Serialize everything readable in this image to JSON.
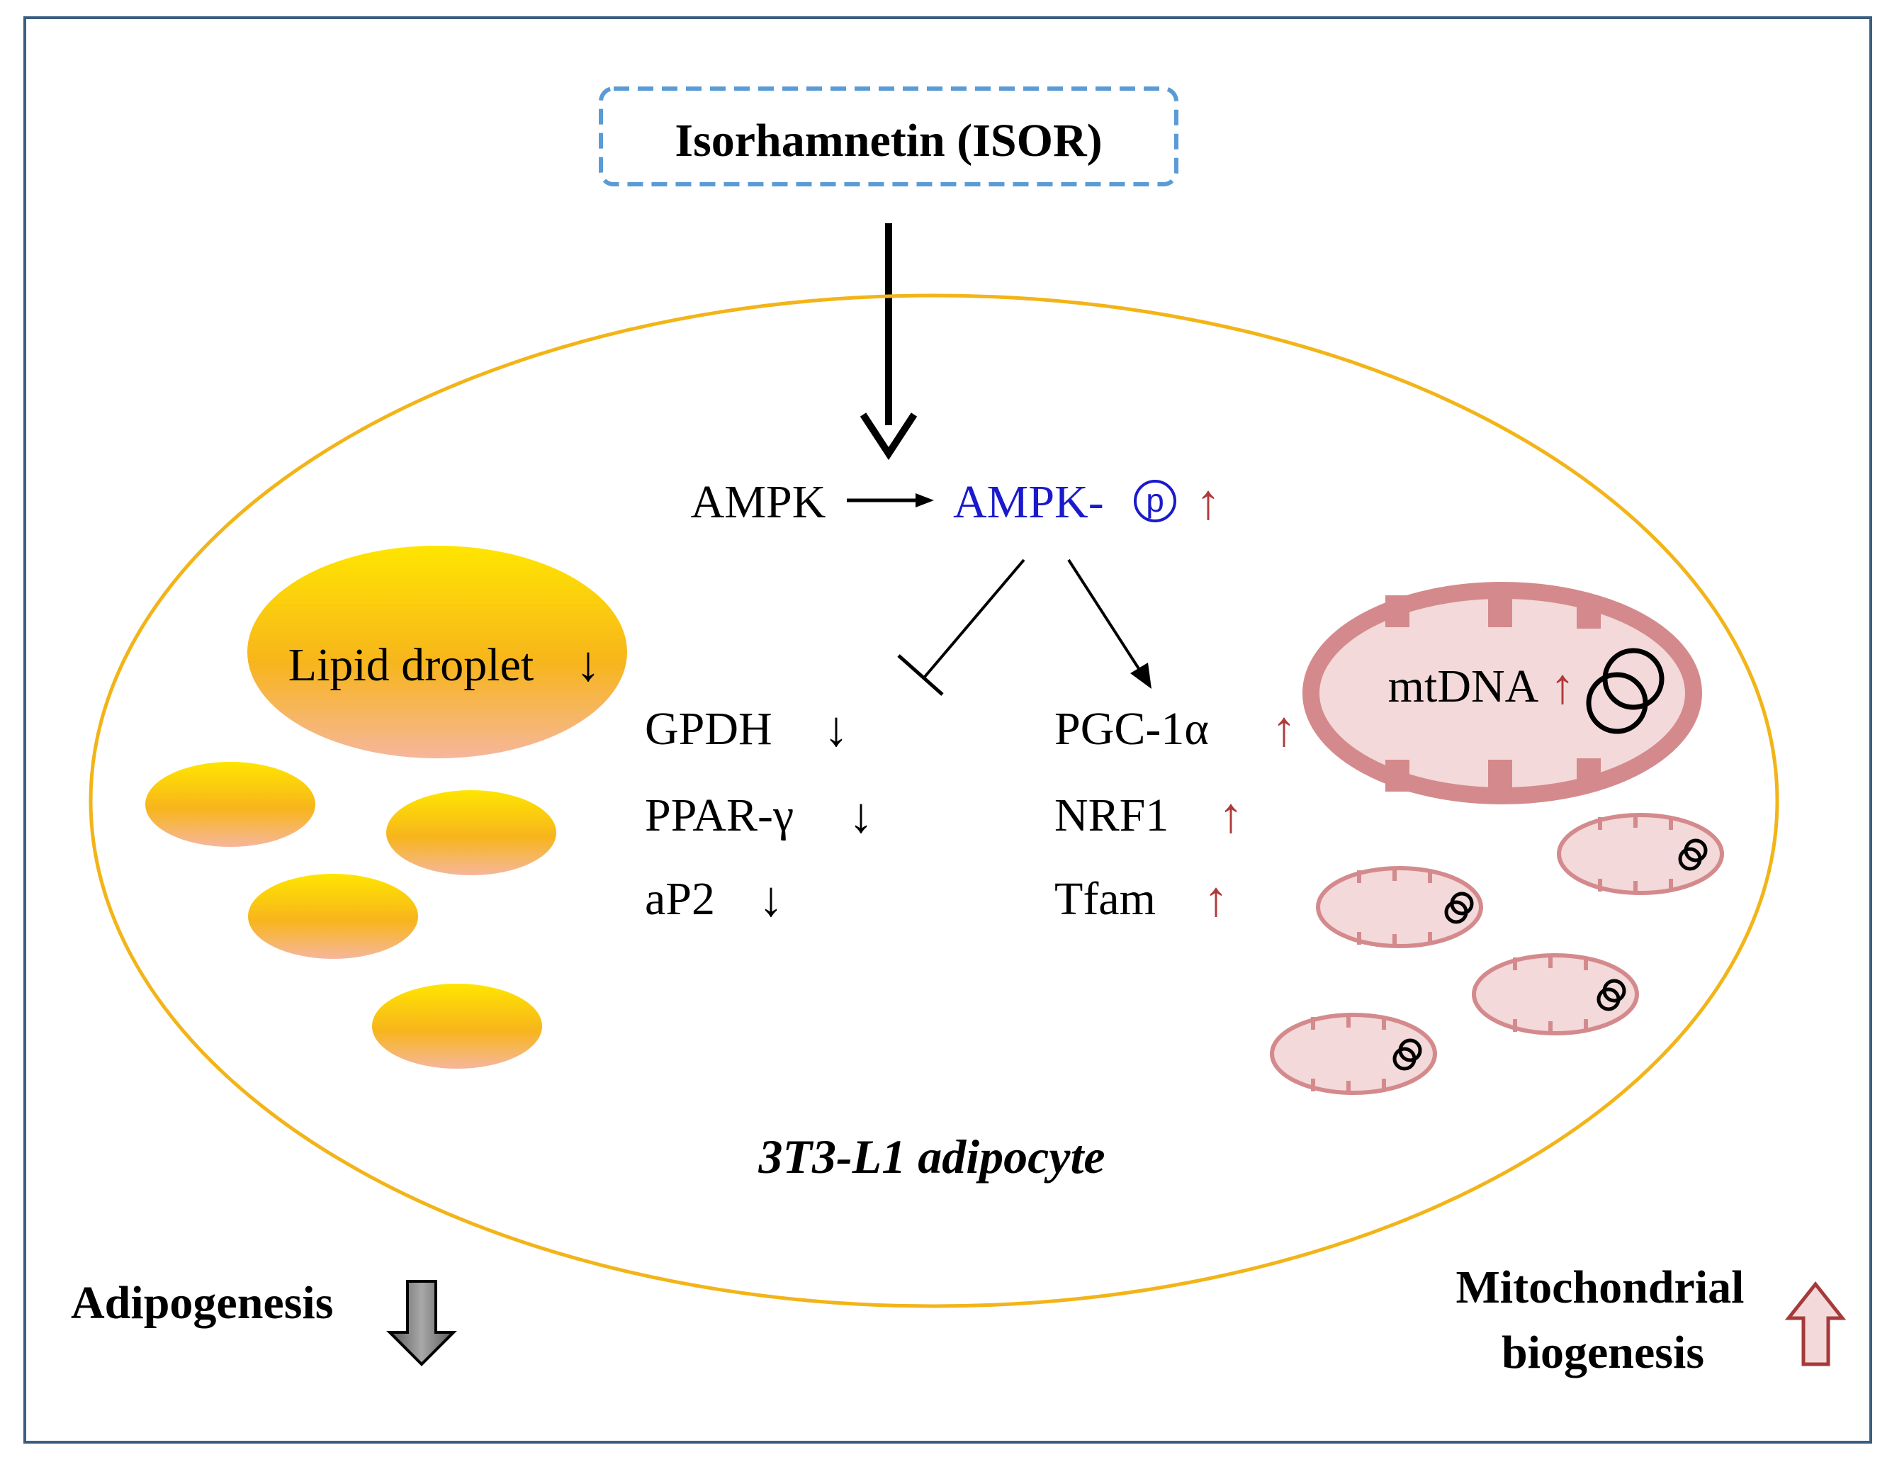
{
  "title": "Isorhamnetin (ISOR)",
  "cell_label": "3T3-L1 adipocyte",
  "signaling": {
    "ampk": "AMPK",
    "ampk_p": "AMPK-",
    "phospho_symbol": "p",
    "up": "↑",
    "down": "↓"
  },
  "inhibited_genes": [
    {
      "name": "GPDH",
      "change": "↓"
    },
    {
      "name": "PPAR-γ",
      "change": "↓"
    },
    {
      "name": "aP2",
      "change": "↓"
    }
  ],
  "activated_genes": [
    {
      "name": "PGC-1α",
      "change": "↑"
    },
    {
      "name": "NRF1",
      "change": "↑"
    },
    {
      "name": "Tfam",
      "change": "↑"
    }
  ],
  "lipid_droplet": {
    "label": "Lipid droplet",
    "change": "↓"
  },
  "mtdna": {
    "label": "mtDNA",
    "change": "↑"
  },
  "outcomes": {
    "adipogenesis": "Adipogenesis",
    "mito_line1": "Mitochondrial",
    "mito_line2": "biogenesis"
  },
  "colors": {
    "cell_outline": "#F2B418",
    "dashed_box": "#5B9BD5",
    "phospho_blue": "#1A1ACC",
    "up_red": "#B03A3A",
    "mito_fill": "#F3D9D9",
    "mito_stroke": "#D48A8C",
    "droplet_top": "#FFE500",
    "droplet_bottom": "#F6B69C",
    "gray_arrow": "#808080",
    "frame": "#3A5E7F"
  }
}
